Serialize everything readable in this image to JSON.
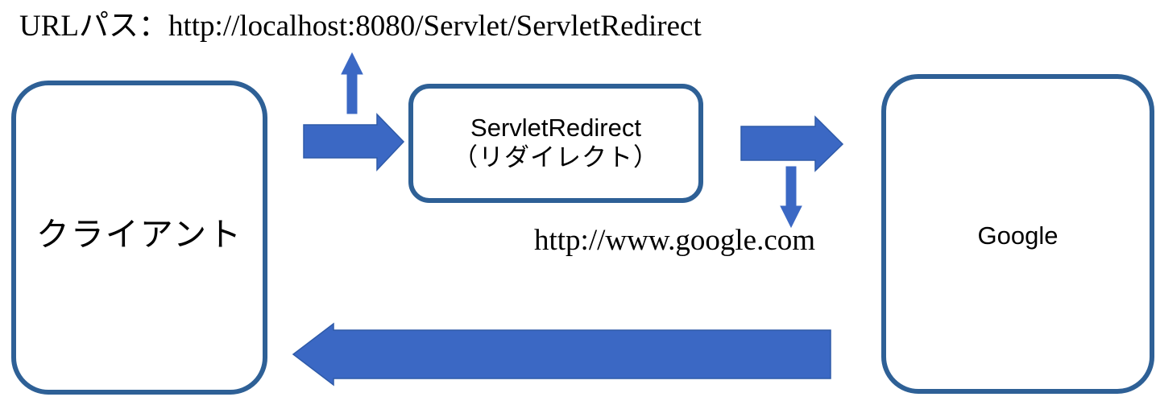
{
  "diagram": {
    "title_text": "URLパス：http://localhost:8080/Servlet/ServletRedirect",
    "redirect_url_text": "http://www.google.com",
    "colors": {
      "box_border": "#2E6096",
      "arrow_fill": "#3B68C4",
      "arrow_outline": "#2E5AA8",
      "background": "#FFFFFF",
      "text": "#000000"
    },
    "nodes": [
      {
        "id": "client",
        "label": "クライアント"
      },
      {
        "id": "servlet",
        "label": "ServletRedirect",
        "label_sub": "（リダイレクト）"
      },
      {
        "id": "google",
        "label": "Google"
      }
    ],
    "arrows": [
      {
        "id": "request-to-servlet",
        "style": "block",
        "direction": "right"
      },
      {
        "id": "url-path-pointer",
        "style": "thin",
        "direction": "up"
      },
      {
        "id": "servlet-to-google",
        "style": "block",
        "direction": "right"
      },
      {
        "id": "redirect-url-pointer",
        "style": "thin",
        "direction": "down"
      },
      {
        "id": "google-response-to-client",
        "style": "block",
        "direction": "left"
      }
    ]
  }
}
